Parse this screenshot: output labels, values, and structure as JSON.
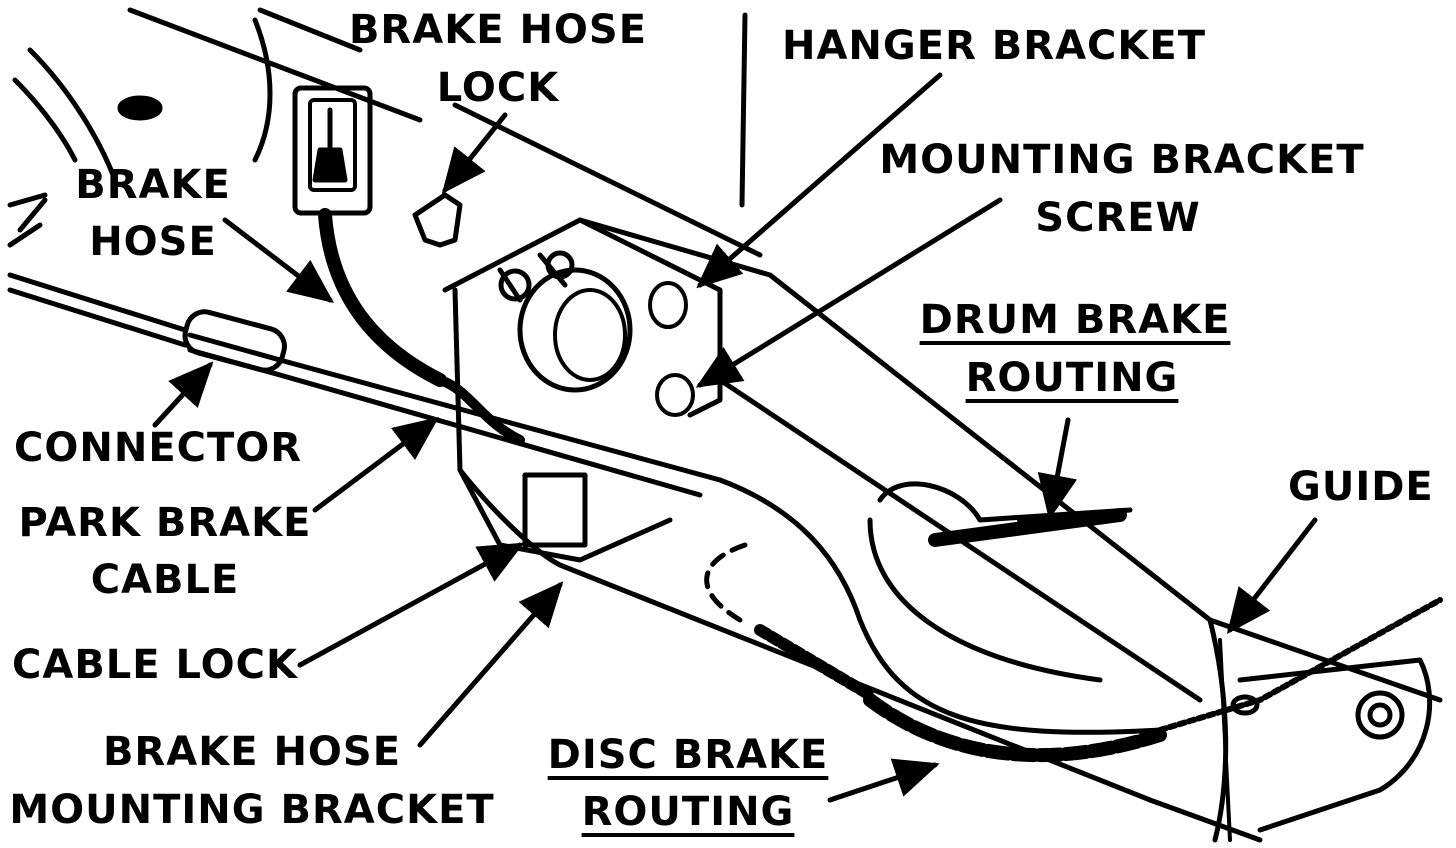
{
  "labels": {
    "brake_hose_lock_1": "BRAKE HOSE",
    "brake_hose_lock_2": "LOCK",
    "hanger_bracket": "HANGER BRACKET",
    "mounting_bracket_screw_1": "MOUNTING BRACKET",
    "mounting_bracket_screw_2": "SCREW",
    "brake_hose_1": "BRAKE",
    "brake_hose_2": "HOSE",
    "drum_brake_routing_1": "DRUM BRAKE",
    "drum_brake_routing_2": "ROUTING",
    "connector": "CONNECTOR",
    "park_brake_cable_1": "PARK BRAKE",
    "park_brake_cable_2": "CABLE",
    "guide": "GUIDE",
    "cable_lock": "CABLE LOCK",
    "brake_hose_mounting_bracket_1": "BRAKE HOSE",
    "brake_hose_mounting_bracket_2": "MOUNTING BRACKET",
    "disc_brake_routing_1": "DISC BRAKE",
    "disc_brake_routing_2": "ROUTING"
  },
  "colors": {
    "ink": "#000000",
    "paper": "#ffffff"
  }
}
